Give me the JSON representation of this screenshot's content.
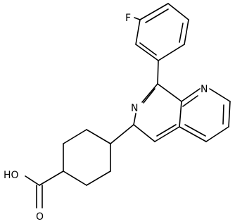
{
  "molecule": {
    "atoms": {
      "fluorine": "F",
      "ring_nitrogen_left": "N",
      "ring_nitrogen_right": "N",
      "hydroxyl": "HO",
      "carbonyl_oxygen": "O"
    }
  },
  "colors": {
    "bond": "#000000",
    "label": "#000000",
    "background": "#ffffff"
  }
}
